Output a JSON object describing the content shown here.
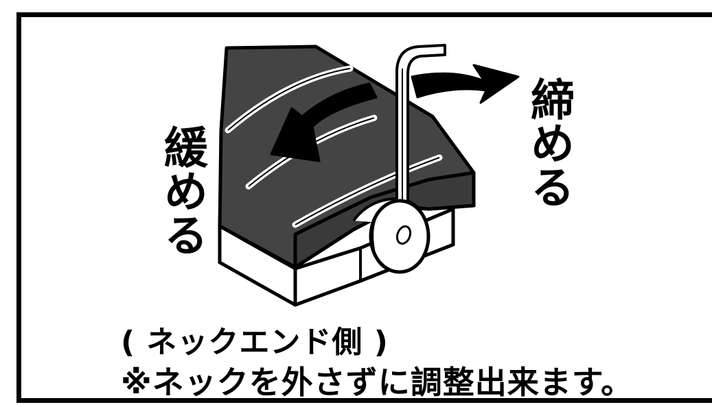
{
  "labels": {
    "loosen": "緩める",
    "tighten": "締める"
  },
  "captions": {
    "side": "( ネックエンド側 )",
    "note": "※ネックを外さずに調整出来ます。"
  },
  "colors": {
    "ink": "#000000",
    "fingerboard": "#444444",
    "body": "#ffffff"
  },
  "icons": {
    "loosen_arrow": "arrow-left-icon",
    "tighten_arrow": "arrow-right-icon",
    "wrench": "hex-wrench-icon",
    "adjust_wheel": "truss-rod-wheel-icon"
  }
}
